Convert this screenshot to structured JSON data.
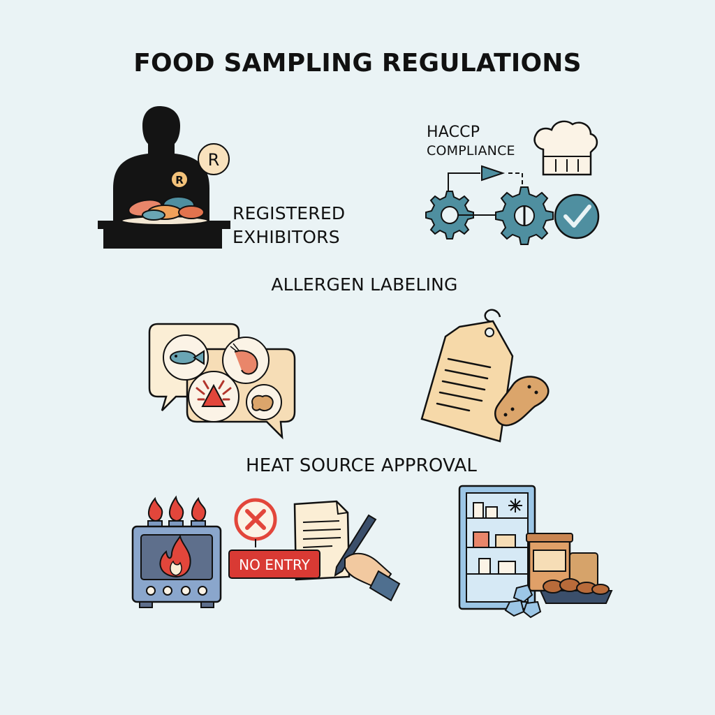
{
  "title": "FOOD SAMPLING REGULATIONS",
  "registered": {
    "line1": "REGISTERED",
    "line2": "EXHIBITORS",
    "badge_big": "R",
    "badge_small": "R"
  },
  "haccp": {
    "line1": "HACCP",
    "line2": "COMPLIANCE"
  },
  "allergen": {
    "heading": "ALLERGEN LABELING"
  },
  "heat": {
    "heading": "HEAT SOURCE APPROVAL",
    "no_entry": "NO ENTRY"
  },
  "icons": {
    "exhibitor": "person-silhouette-icon",
    "chef_hat": "chef-hat-icon",
    "gears": "gear-icon",
    "check": "check-circle-icon",
    "allergen_bubbles": "speech-bubble-icon",
    "tag": "label-tag-icon",
    "peanut": "peanut-icon",
    "stove": "stove-icon",
    "reject": "x-circle-icon",
    "document": "document-icon",
    "pen": "pen-hand-icon",
    "fridge": "refrigerator-icon"
  },
  "colors": {
    "background": "#eaf3f5",
    "teal": "#4f8fa0",
    "cream": "#f6ddb6",
    "flame_red": "#e2463b",
    "salmon": "#e9866a",
    "peanut": "#dba56b",
    "stove_blue": "#7e9ac2"
  }
}
